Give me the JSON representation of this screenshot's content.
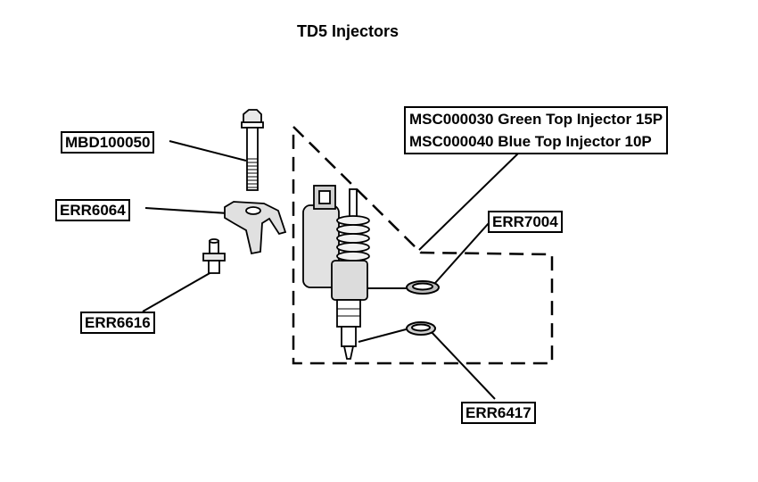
{
  "title": "TD5 Injectors",
  "callouts": {
    "mbd100050": "MBD100050",
    "err6064": "ERR6064",
    "err6616": "ERR6616",
    "err7004": "ERR7004",
    "err6417": "ERR6417",
    "injector_green": "MSC000030 Green Top Injector 15P",
    "injector_blue": "MSC000040 Blue Top Injector 10P"
  }
}
